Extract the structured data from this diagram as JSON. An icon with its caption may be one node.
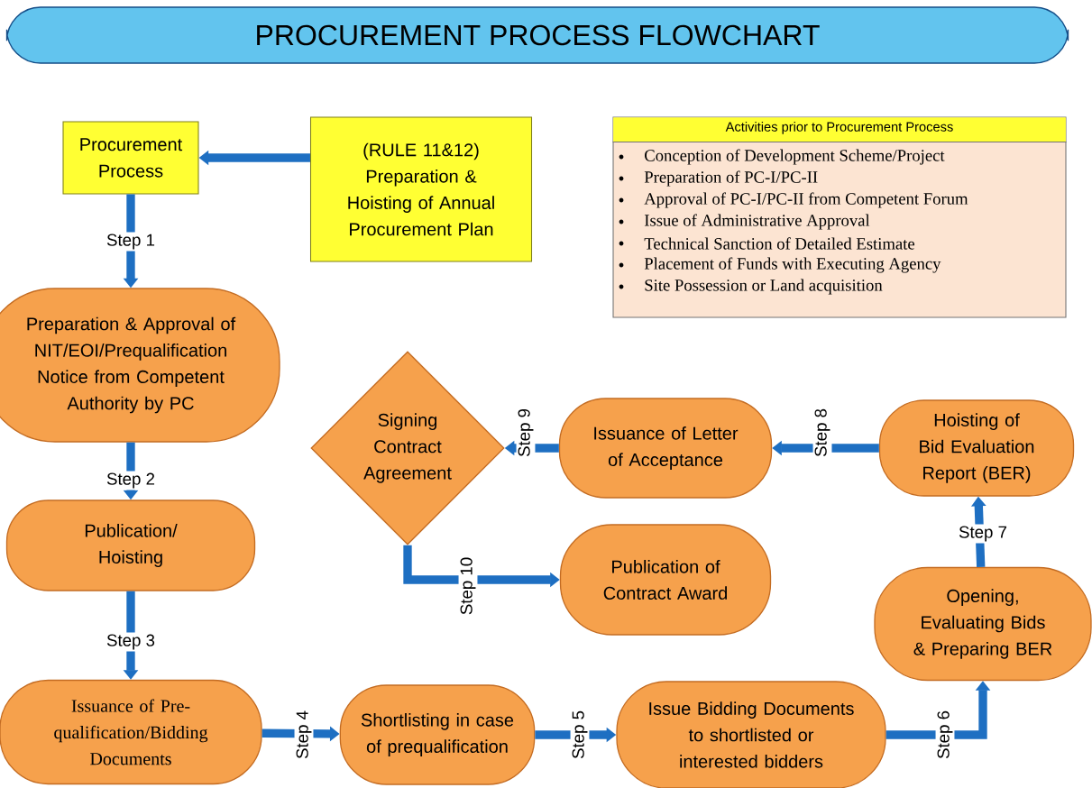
{
  "diagram": {
    "title": "PROCUREMENT PROCESS FLOWCHART",
    "nodes": [
      {
        "text": [
          "Procurement Process"
        ]
      },
      {
        "text": [
          "(RULE 11&12) Preparation & Hoisting of Annual Procurement Plan"
        ]
      },
      {
        "text": [
          "Activities prior to Procurement Process",
          "Conception of Development Scheme/Project",
          "Preparation of PC-I/PC-II",
          "Approval of PC-I/PC-II from Competent Forum",
          "Issue of Administrative Approval",
          "Technical Sanction of Detailed Estimate",
          "Placement of Funds with Executing Agency",
          "Site Possession or Land acquisition"
        ]
      },
      {
        "text": [
          "Preparation & Approval of NIT/EOI/Prequalification Notice from Competent Authority by PC"
        ]
      },
      {
        "text": [
          "Publication/ Hoisting"
        ]
      },
      {
        "text": [
          "Issuance of Pre-qualification/Bidding Documents"
        ]
      },
      {
        "text": [
          "Shortlisting in case of prequalification"
        ]
      },
      {
        "text": [
          "Issue Bidding Documents to shortlisted or interested bidders"
        ]
      },
      {
        "text": [
          "Opening, Evaluating Bids & Preparing BER"
        ]
      },
      {
        "text": [
          "Hoisting of Bid Evaluation Report (BER)"
        ]
      },
      {
        "text": [
          "Issuance of Letter of Acceptance"
        ]
      },
      {
        "text": [
          "Signing Contract Agreement"
        ]
      },
      {
        "text": [
          "Publication of Contract Award"
        ]
      }
    ],
    "edges": [
      {
        "from": 1,
        "to": 0,
        "arrow": "to"
      },
      {
        "from": 0,
        "to": 3,
        "arrow": "to",
        "label": "Step 1"
      },
      {
        "from": 3,
        "to": 4,
        "arrow": "to",
        "label": "Step 2"
      },
      {
        "from": 4,
        "to": 5,
        "arrow": "to",
        "label": "Step 3"
      },
      {
        "from": 5,
        "to": 6,
        "arrow": "to",
        "label": "Step 4"
      },
      {
        "from": 6,
        "to": 7,
        "arrow": "to",
        "label": "Step 5"
      },
      {
        "from": 7,
        "to": 8,
        "arrow": "to",
        "label": "Step 6"
      },
      {
        "from": 8,
        "to": 9,
        "arrow": "to",
        "label": "Step 7"
      },
      {
        "from": 9,
        "to": 10,
        "arrow": "to",
        "label": "Step 8"
      },
      {
        "from": 10,
        "to": 11,
        "arrow": "to",
        "label": "Step 9"
      },
      {
        "from": 11,
        "to": 12,
        "arrow": "to",
        "label": "Step 10"
      }
    ]
  }
}
